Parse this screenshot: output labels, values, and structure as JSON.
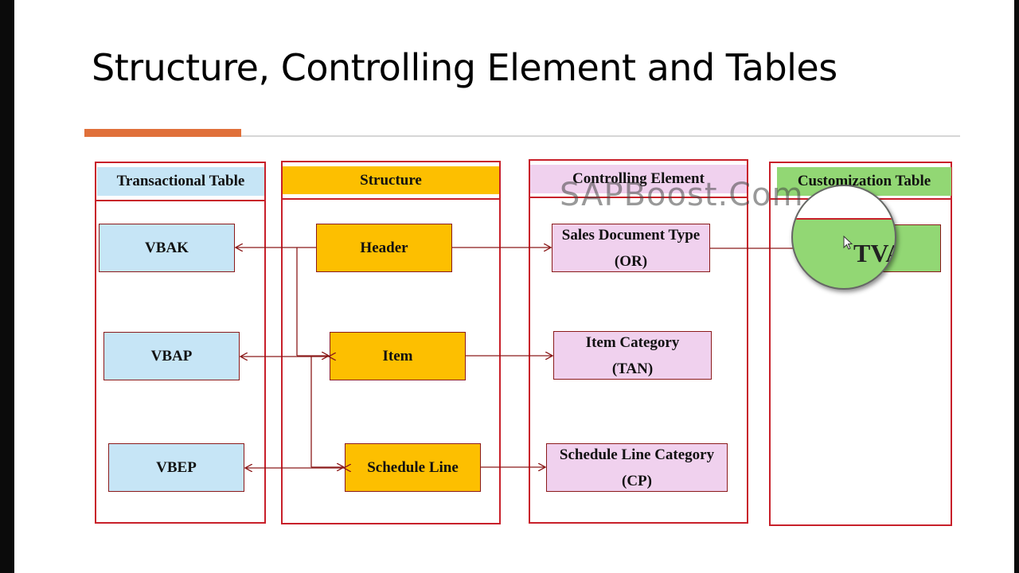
{
  "slide": {
    "title": "Structure, Controlling Element and Tables",
    "watermark": "SAPBoost.Com"
  },
  "columns": {
    "transactional": {
      "header": "Transactional Table",
      "items": [
        "VBAK",
        "VBAP",
        "VBEP"
      ]
    },
    "structure": {
      "header": "Structure",
      "items": [
        "Header",
        "Item",
        "Schedule Line"
      ]
    },
    "controlling": {
      "header": "Controlling Element",
      "items": [
        {
          "name": "Sales Document Type",
          "code": "(OR)"
        },
        {
          "name": "Item Category",
          "code": "(TAN)"
        },
        {
          "name": "Schedule Line Category",
          "code": "(CP)"
        }
      ]
    },
    "customization": {
      "header": "Customization Table",
      "magnified_text": "TVA"
    }
  },
  "colors": {
    "border_red": "#c8202a",
    "table_blue": "#c6e5f6",
    "structure_orange": "#fdbf00",
    "control_pink": "#f0d1ee",
    "custom_green": "#92d774",
    "accent_orange": "#e0703a"
  }
}
